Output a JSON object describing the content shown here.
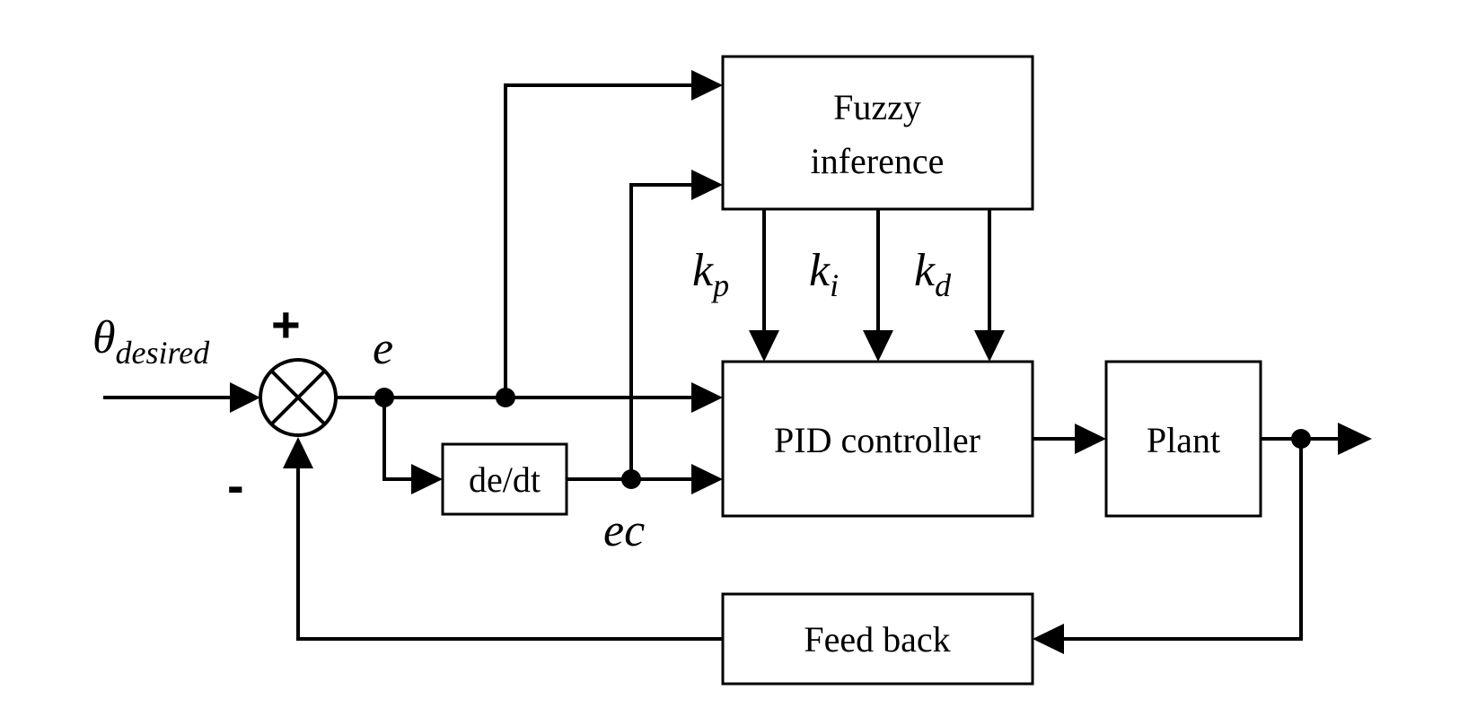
{
  "blocks": {
    "fuzzy_line1": "Fuzzy",
    "fuzzy_line2": "inference",
    "pid": "PID controller",
    "plant": "Plant",
    "derivative": "de/dt",
    "feedback": "Feed back"
  },
  "signals": {
    "theta_main": "θ",
    "theta_sub": "desired",
    "plus": "+",
    "minus": "-",
    "error": "e",
    "error_change": "ec",
    "kp_main": "k",
    "kp_sub": "p",
    "ki_main": "k",
    "ki_sub": "i",
    "kd_main": "k",
    "kd_sub": "d"
  }
}
